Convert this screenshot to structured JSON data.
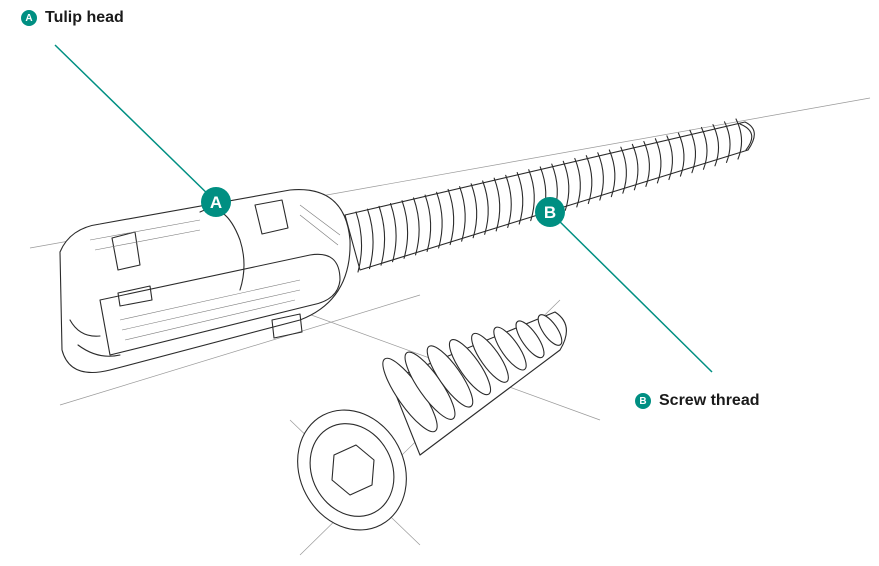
{
  "accent_color": "#008f82",
  "callouts": [
    {
      "letter": "A",
      "label": "Tulip head"
    },
    {
      "letter": "B",
      "label": "Screw thread"
    }
  ],
  "illustration": {
    "subject": "pedicle-screw-sketch",
    "icons": [
      "tulip-head-icon",
      "screw-shaft-icon",
      "small-screw-icon"
    ]
  }
}
